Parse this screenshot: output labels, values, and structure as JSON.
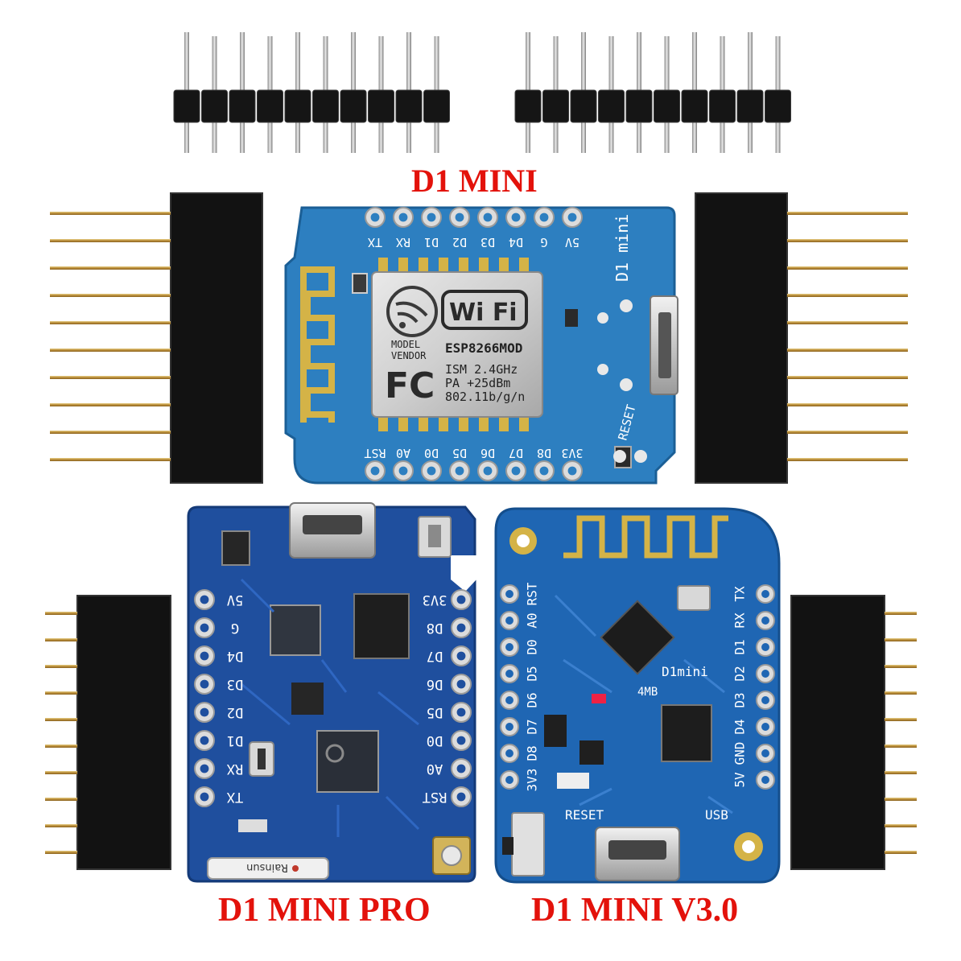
{
  "captions": {
    "mini": "D1 MINI",
    "pro": "D1 MINI PRO",
    "v3": "D1 MINI V3.0"
  },
  "mini": {
    "top_pins": [
      "TX",
      "RX",
      "D1",
      "D2",
      "D3",
      "D4",
      "G",
      "5V"
    ],
    "bottom_pins": [
      "RST",
      "A0",
      "D0",
      "D5",
      "D6",
      "D7",
      "D8",
      "3V3"
    ],
    "board_label": "D1 mini",
    "reset_label": "RESET",
    "module": {
      "wifi_logo": "Wi Fi",
      "model": "MODEL",
      "vendor": "VENDOR",
      "part": "ESP8266MOD",
      "fcc": "FC",
      "ism": "ISM 2.4GHz",
      "pa": "PA  +25dBm",
      "std": "802.11b/g/n"
    }
  },
  "pro": {
    "left_pins": [
      "5V",
      "G",
      "D4",
      "D3",
      "D2",
      "D1",
      "RX",
      "TX"
    ],
    "right_pins": [
      "3V3",
      "D8",
      "D7",
      "D6",
      "D5",
      "D0",
      "A0",
      "RST"
    ],
    "antenna_brand": "Rainsun"
  },
  "v3": {
    "left_pins": [
      "RST",
      "A0",
      "D0",
      "D5",
      "D6",
      "D7",
      "D8",
      "3V3"
    ],
    "right_pins": [
      "TX",
      "RX",
      "D1",
      "D2",
      "D3",
      "D4",
      "GND",
      "5V"
    ],
    "board_label": "D1mini",
    "flash_label": "4MB",
    "reset_label": "RESET",
    "usb_label": "USB"
  },
  "colors": {
    "caption": "#e3120b",
    "pcb_mini": "#2d7fc0",
    "pcb_pro": "#1f4f9e",
    "pcb_v3": "#1f66b3",
    "header": "#111111",
    "pin_gold": "#c8a253"
  }
}
